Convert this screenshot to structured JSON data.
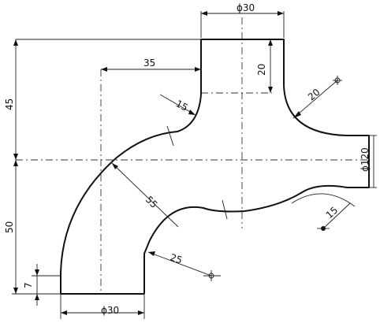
{
  "dimensions": {
    "top_diameter": "ϕ30",
    "bottom_diameter": "ϕ30",
    "right_diameter": "ϕ120",
    "top_horizontal": "35",
    "top_vertical": "20",
    "radius_top_right": "20",
    "radius_top_left": "15",
    "radius_center": "55",
    "radius_bottom": "25",
    "radius_right": "15",
    "left_upper": "45",
    "left_lower": "50",
    "left_small": "7"
  }
}
